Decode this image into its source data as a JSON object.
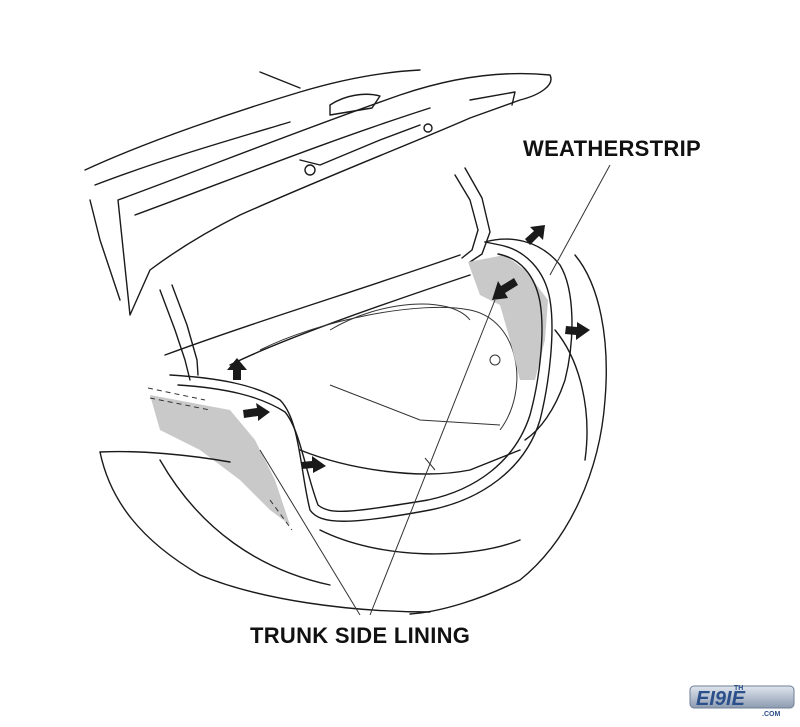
{
  "labels": {
    "weatherstrip": "WEATHERSTRIP",
    "trunk_side_lining": "TRUNK SIDE LINING"
  },
  "logo": {
    "text": "EI9IE",
    "small": "TH",
    "suffix": ".COM",
    "colors": {
      "main": "#2a4f8a",
      "accent": "#6f93c6",
      "silver": "#a9b4c2"
    }
  },
  "colors": {
    "line": "#1a1a1a",
    "shade": "#c9c9c9"
  }
}
